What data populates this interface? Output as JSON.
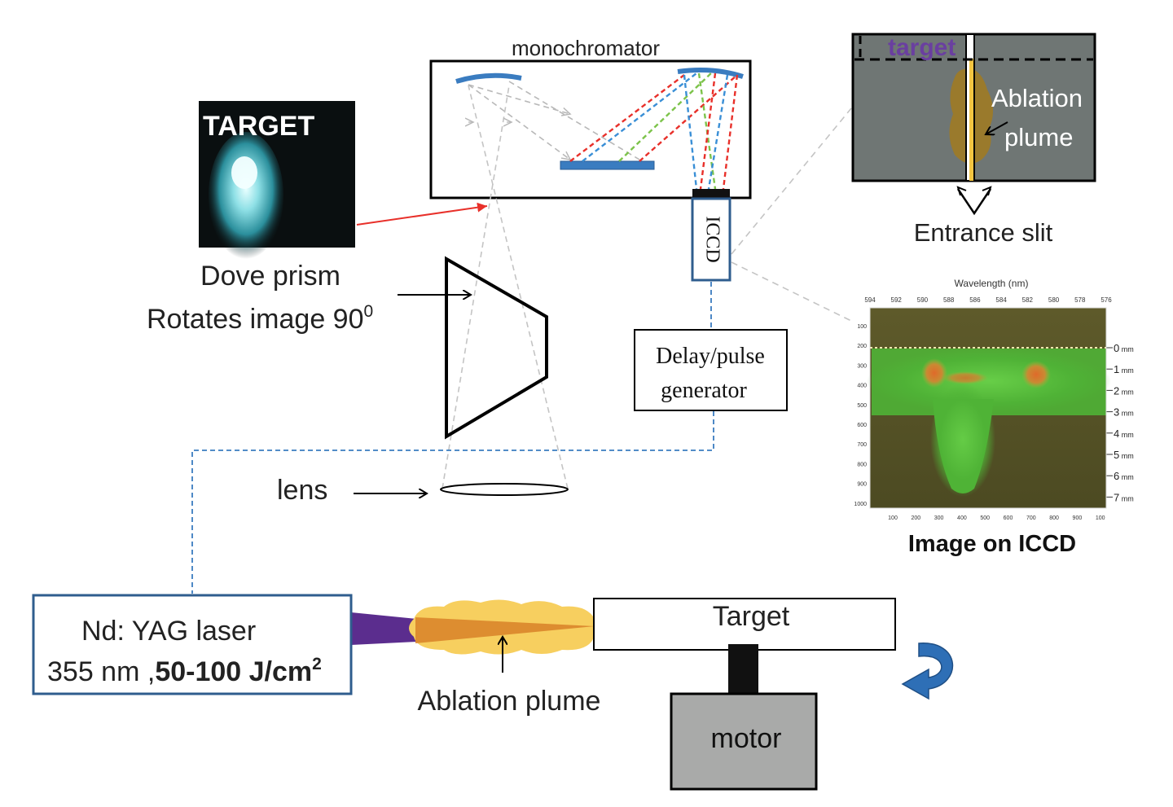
{
  "labels": {
    "monochromator": "monochromator",
    "target_photo": "TARGET",
    "dove_prism": "Dove prism",
    "rotates_prefix": "Rotates image 90",
    "rotates_sup": "0",
    "iccd": "ICCD",
    "delay_line1": "Delay/pulse",
    "delay_line2": "generator",
    "lens": "lens",
    "laser_line1": "Nd: YAG laser",
    "laser_line2_a": "355 nm ,",
    "laser_line2_b": "50-100 J/cm",
    "laser_line2_sup": "2",
    "ablation_plume_bottom": "Ablation plume",
    "target_main": "Target",
    "motor": "motor",
    "inset_target": "target",
    "inset_ablation": "Ablation",
    "inset_plume": "plume",
    "entrance_slit": "Entrance slit",
    "iccd_image_caption": "Image on ICCD",
    "wavelength_axis": "Wavelength (nm)"
  },
  "iccd_image": {
    "top_ticks": [
      "594",
      "592",
      "590",
      "588",
      "586",
      "584",
      "582",
      "580",
      "578",
      "576"
    ],
    "left_ticks": [
      "100",
      "200",
      "300",
      "400",
      "500",
      "600",
      "700",
      "800",
      "900",
      "1000"
    ],
    "bottom_ticks": [
      "100",
      "200",
      "300",
      "400",
      "500",
      "600",
      "700",
      "800",
      "900",
      "100"
    ],
    "right_ticks": [
      "0 mm",
      "1 mm",
      "2 mm",
      "3 mm",
      "4 mm",
      "5 mm",
      "6 mm",
      "7 mm"
    ]
  },
  "colors": {
    "laser_beam": "#5b2d8e",
    "plume": "#f7cf5f",
    "plume_core": "#d9852b",
    "optics_blue": "#3a7cc0",
    "box_border_blue": "#2f5d8e",
    "red_arrow": "#e8302a",
    "rotation_arrow": "#2e6fb6",
    "inset_gray": "#6f7674",
    "slit_yellow": "#f4c542",
    "iccd_green": "#4fb336",
    "inset_target_text": "#6a3fa0"
  },
  "icons": {
    "rotation": "curved-arrow-icon"
  }
}
